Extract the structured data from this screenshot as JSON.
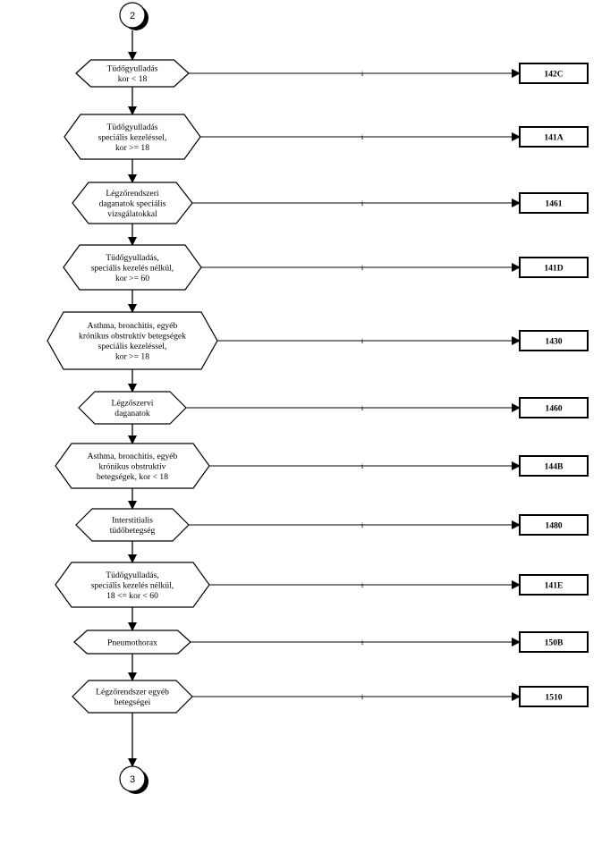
{
  "connectors": {
    "start": "2",
    "end": "3"
  },
  "decisions": [
    {
      "lines": [
        "Tüdőgyulladás",
        "kor < 18"
      ],
      "branch_label": "i",
      "target": "142C"
    },
    {
      "lines": [
        "Tüdőgyulladás",
        "speciális kezeléssel,",
        "kor >= 18"
      ],
      "branch_label": "i",
      "target": "141A"
    },
    {
      "lines": [
        "Légzőrendszeri",
        "daganatok speciális",
        "vizsgálatokkal"
      ],
      "branch_label": "i",
      "target": "1461"
    },
    {
      "lines": [
        "Tüdőgyulladás,",
        "speciális kezelés nélkül,",
        "kor >= 60"
      ],
      "branch_label": "i",
      "target": "141D"
    },
    {
      "lines": [
        "Asthma, bronchitis, egyéb",
        "krónikus obstruktív betegségek",
        "speciális kezeléssel,",
        "kor >= 18"
      ],
      "branch_label": "i",
      "target": "1430"
    },
    {
      "lines": [
        "Légzőszervi",
        "daganatok"
      ],
      "branch_label": "i",
      "target": "1460"
    },
    {
      "lines": [
        "Asthma, bronchitis, egyéb",
        "krónikus obstruktív",
        "betegségek, kor < 18"
      ],
      "branch_label": "i",
      "target": "144B"
    },
    {
      "lines": [
        "Interstitialis",
        "tüdőbetegség"
      ],
      "branch_label": "i",
      "target": "1480"
    },
    {
      "lines": [
        "Tüdőgyulladás,",
        "speciális kezelés nélkül,",
        "18 <= kor < 60"
      ],
      "branch_label": "i",
      "target": "141E"
    },
    {
      "lines": [
        "Pneumothorax"
      ],
      "branch_label": "i",
      "target": "150B"
    },
    {
      "lines": [
        "Légzőrendszer egyéb",
        "betegségei"
      ],
      "branch_label": "i",
      "target": "1510"
    }
  ]
}
